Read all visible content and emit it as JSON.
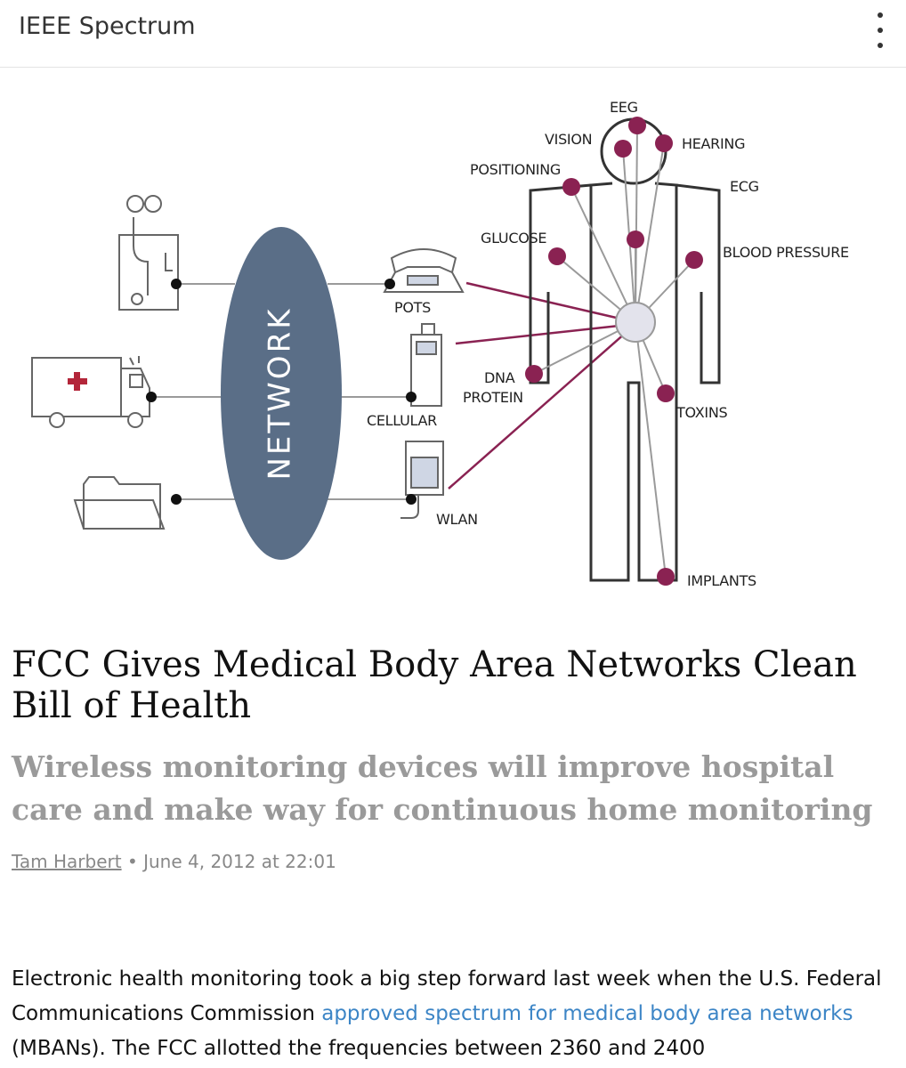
{
  "header": {
    "title": "IEEE Spectrum",
    "menu_icon": "more-vertical-icon"
  },
  "diagram": {
    "network_label": "NETWORK",
    "device_labels": [
      "POTS",
      "CELLULAR",
      "WLAN"
    ],
    "sensor_labels": {
      "eeg": "EEG",
      "vision": "VISION",
      "hearing": "HEARING",
      "positioning": "POSITIONING",
      "ecg": "ECG",
      "glucose": "GLUCOSE",
      "blood_pressure": "BLOOD PRESSURE",
      "dna": "DNA",
      "protein": "PROTEIN",
      "toxins": "TOXINS",
      "implants": "IMPLANTS"
    },
    "colors": {
      "network": "#5a6e87",
      "sensor": "#8a2252",
      "line": "#999999",
      "link": "#8a2252"
    }
  },
  "article": {
    "headline": "FCC Gives Medical Body Area Networks Clean Bill of Health",
    "subhead": "Wireless monitoring devices will improve hospital care and make way for continuous home monitoring",
    "author": "Tam Harbert",
    "separator": " • ",
    "date": "June 4, 2012 at 22:01",
    "body_before": "Electronic health monitoring took a big step forward last week when the U.S. Federal Communications Commission ",
    "body_link": "approved spectrum for medical body area networks",
    "body_after": " (MBANs). The FCC allotted the frequencies between 2360 and 2400"
  }
}
